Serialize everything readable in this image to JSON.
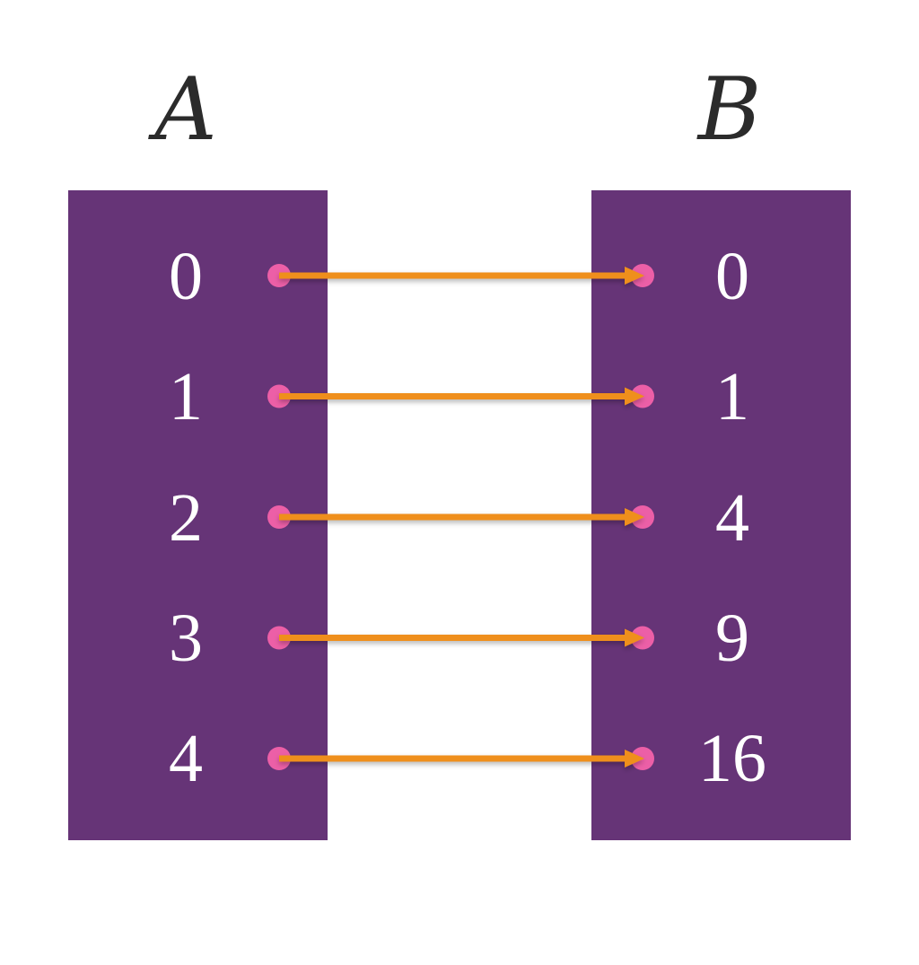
{
  "diagram": {
    "domain_set": {
      "name": "A",
      "elements": [
        "0",
        "1",
        "2",
        "3",
        "4"
      ]
    },
    "codomain_set": {
      "name": "B",
      "elements": [
        "0",
        "1",
        "4",
        "9",
        "16"
      ]
    },
    "mappings": [
      {
        "from": "0",
        "to": "0"
      },
      {
        "from": "1",
        "to": "1"
      },
      {
        "from": "2",
        "to": "4"
      },
      {
        "from": "3",
        "to": "9"
      },
      {
        "from": "4",
        "to": "16"
      }
    ],
    "colors": {
      "set_fill": "#663477",
      "element_text": "#ffffff",
      "title_text": "#2b2b2b",
      "arrow": "#ef8f1a",
      "dot": "#ec5fa7"
    }
  }
}
